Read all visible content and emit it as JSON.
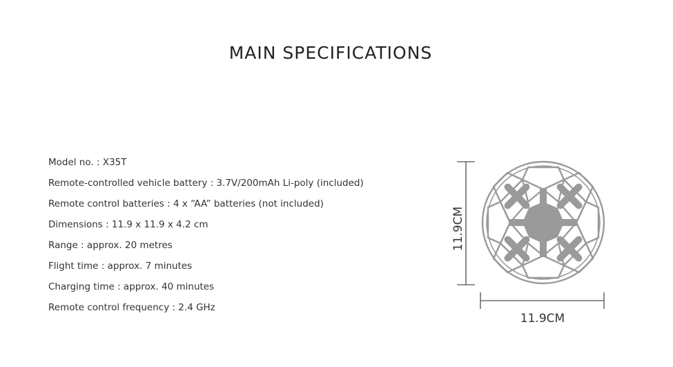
{
  "title": "MAIN SPECIFICATIONS",
  "specs": [
    "Model no. : X35T",
    "Remote-controlled vehicle battery : 3.7V/200mAh Li-poly (included)",
    "Remote control batteries : 4 x “AA” batteries (not included)",
    "Dimensions : 11.9 x 11.9 x 4.2 cm",
    "Range : approx. 20 metres",
    "Flight time : approx. 7 minutes",
    "Charging time : approx. 40 minutes",
    "Remote control frequency : 2.4 GHz"
  ],
  "diagram": {
    "height_label": "11.9CM",
    "width_label": "11.9CM"
  },
  "colors": {
    "drone_gray": "#9a9a9a",
    "line_gray": "#6e6e6e"
  }
}
